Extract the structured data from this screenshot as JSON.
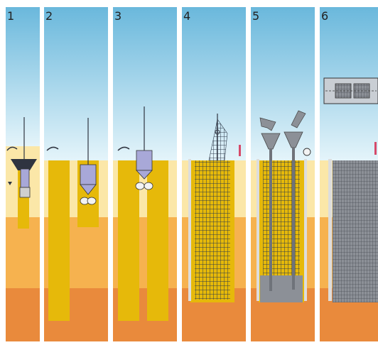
{
  "panels": [
    {
      "number": "1"
    },
    {
      "number": "2"
    },
    {
      "number": "3"
    },
    {
      "number": "4"
    },
    {
      "number": "5"
    },
    {
      "number": "6"
    }
  ],
  "colors": {
    "sky_top": "#6ab8dc",
    "sky_bottom": "#e4f4fa",
    "ground_top": "#fbe7a8",
    "ground_mid": "#f6b24f",
    "ground_deep": "#e98a3c",
    "slurry": "#e6b90a",
    "cage": "#2d3a4a",
    "concrete": "#8c9097",
    "grab": "#a8a8d8",
    "divider": "#ffffff"
  }
}
